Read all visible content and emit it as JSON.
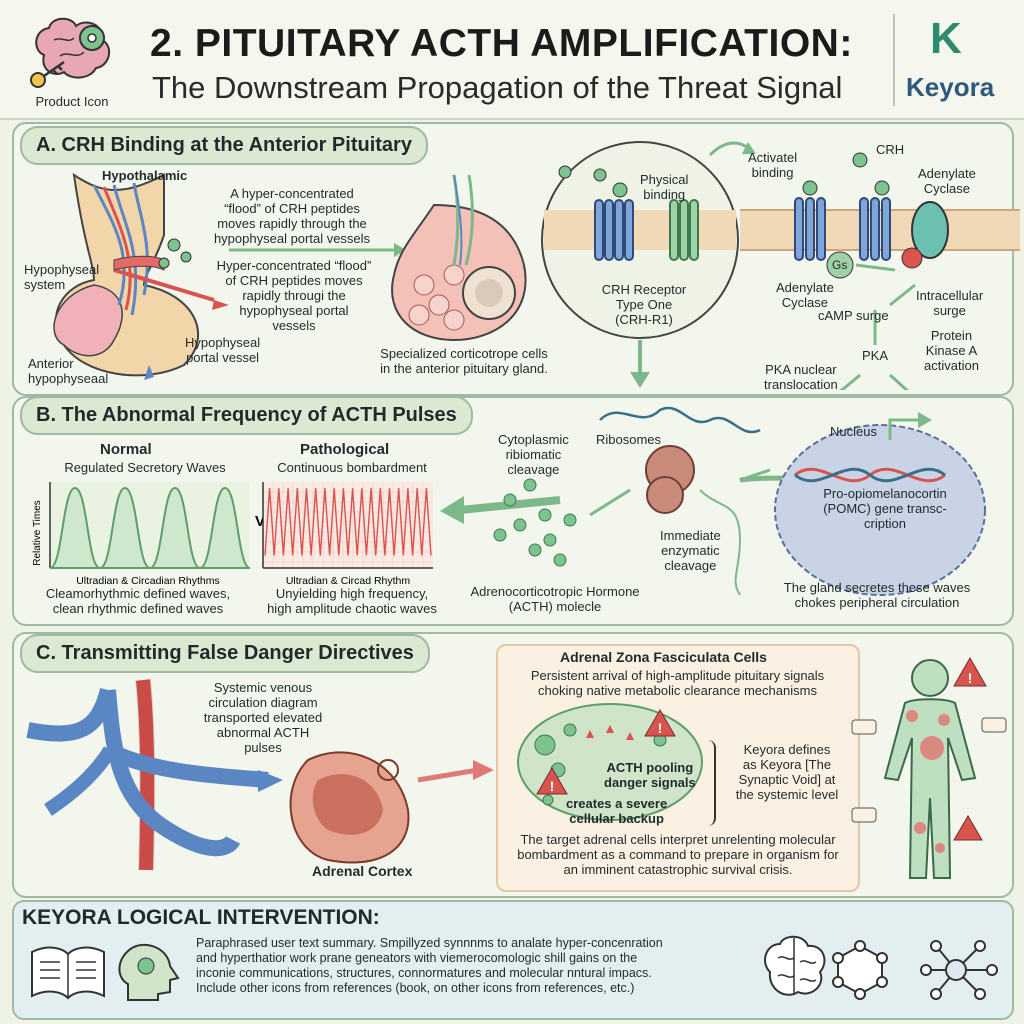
{
  "header": {
    "product_icon_label": "Product Icon",
    "title": "2. PITUITARY ACTH AMPLIFICATION:",
    "subtitle": "The Downstream Propagation of the Threat Signal",
    "brand_mark": "K",
    "brand_name": "Keyora"
  },
  "section_a": {
    "heading": "A. CRH Binding at the Anterior Pituitary",
    "hypothalamic": "Hypothalamic",
    "hypophyseal_system": "Hypophyseal\nsystem",
    "anterior_hypophyseaal": "Anterior\nhypophyseaal",
    "hypophyseal_portal_vessel": "Hypophyseal\nportal vessel",
    "flood_text_1": "A hyper-concentrated\n“flood” of CRH peptides\nmoves rapidly through the\nhypophyseal portal vessels",
    "flood_text_2": "Hyper-concentrated “flood”\nof CRH peptides moves\nrapidly througi the\nhypophyseal portal\nvessels",
    "corticotrope_text": "Specialized corticotrope cells\nin the anterior pituitary gland.",
    "physical_binding": "Physical\nbinding",
    "crh_receptor": "CRH Receptor\nType One\n(CRH-R1)",
    "activatel_binding": "Activatel\nbinding",
    "crh": "CRH",
    "adenylate_cyclase_top": "Adenylate\nCyclase",
    "gs": "Gs",
    "adenylate_cyclase_bottom": "Adenylate\nCyclase",
    "intracellular_surge": "Intracellular\nsurge",
    "camp_surge": "cAMP surge",
    "protein_kinase": "Protein\nKinase A\nactivation",
    "pka": "PKA",
    "pka_translocation": "PKA nuclear\ntranslocation"
  },
  "section_b": {
    "heading": "B. The Abnormal Frequency of ACTH Pulses",
    "normal_title": "Normal",
    "normal_subtitle": "Regulated Secretory Waves",
    "pathological_title": "Pathological",
    "pathological_subtitle": "Continuous bombardment",
    "y_axis": "Relative Times",
    "vs": "VS",
    "normal_x_label": "Ultradian & Circadian Rhythms",
    "pathological_x_label": "Ultradian & Circad Rhythm",
    "normal_caption": "Cleamorhythmic defined waves,\nclean rhythmic defined waves",
    "pathological_caption": "Unyielding high frequency,\nhigh amplitude chaotic waves",
    "cytoplasmic": "Cytoplasmic\nribiomatic\ncleavage",
    "ribosomes": "Ribosomes",
    "immediate": "Immediate\nenzymatic\ncleavage",
    "acth_molecule": "Adrenocorticotropic Hormone\n(ACTH) molecle",
    "nucleus": "Nucleus",
    "pomc": "Pro-opiomelanocortin\n(POMC) gene transc-\ncription",
    "gland_secretes": "The gland secretes these waves\nchokes peripheral circulation"
  },
  "section_c": {
    "heading": "C. Transmitting False Danger Directives",
    "systemic_text": "Systemic venous\ncirculation diagram\ntransported elevated\nabnormal ACTH\npulses",
    "adrenal_cortex": "Adrenal Cortex",
    "zona_title": "Adrenal Zona Fasciculata Cells",
    "zona_text": "Persistent arrival of high-amplitude pituitary signals\nchoking native metabolic clearance mechanisms",
    "acth_pooling": "ACTH pooling\ndanger signals",
    "creates_backup": "creates a severe\ncellular backup",
    "keyora_defines": "Keyora defines\nas Keyora [The\nSynaptic Void] at\nthe systemic level",
    "target_cells": "The target adrenal cells interpret unrelenting molecular\nbombardment as a command to prepare in organism for\nan imminent catastrophic survival crisis."
  },
  "intervention": {
    "heading": "KEYORA LOGICAL INTERVENTION:",
    "text": "Paraphrased user text summary. Smpillyzed synnnms to analate hyper-concenration\nand hyperthatior work prane geneators with viemerocomologic shill gains on the\ninconie communications, structures, connormatures and molecular nntural impacs.\nInclude other icons from references (book, on other icons from references, etc.)"
  },
  "chart_data": [
    {
      "type": "line",
      "title": "Normal",
      "subtitle": "Regulated Secretory Waves",
      "ylabel": "Relative Times",
      "xlabel": "Ultradian & Circadian Rhythms",
      "series": [
        {
          "values": [
            0,
            1,
            0,
            1,
            0,
            1,
            0,
            1,
            0
          ]
        }
      ],
      "grid": false
    },
    {
      "type": "line",
      "title": "Pathological",
      "subtitle": "Continuous bombardment",
      "xlabel": "Ultradian & Circad Rhythm",
      "series": [
        {
          "values": [
            0.15,
            0.95,
            0.15,
            0.95,
            0.15,
            0.95,
            0.15,
            0.95,
            0.15,
            0.95,
            0.15,
            0.95,
            0.15,
            0.95,
            0.15,
            0.95,
            0.15,
            0.95,
            0.15,
            0.95,
            0.15,
            0.95,
            0.15,
            0.95,
            0.15,
            0.95,
            0.15,
            0.95,
            0.15,
            0.95,
            0.15,
            0.95,
            0.15,
            0.95,
            0.15,
            0.95,
            0.15
          ]
        }
      ],
      "grid": true
    }
  ],
  "colors": {
    "green": "#7db88a",
    "red": "#d9534f",
    "blue": "#5b86c4",
    "brand": "#2e8b6e",
    "panel_border": "#9fb9a4"
  }
}
